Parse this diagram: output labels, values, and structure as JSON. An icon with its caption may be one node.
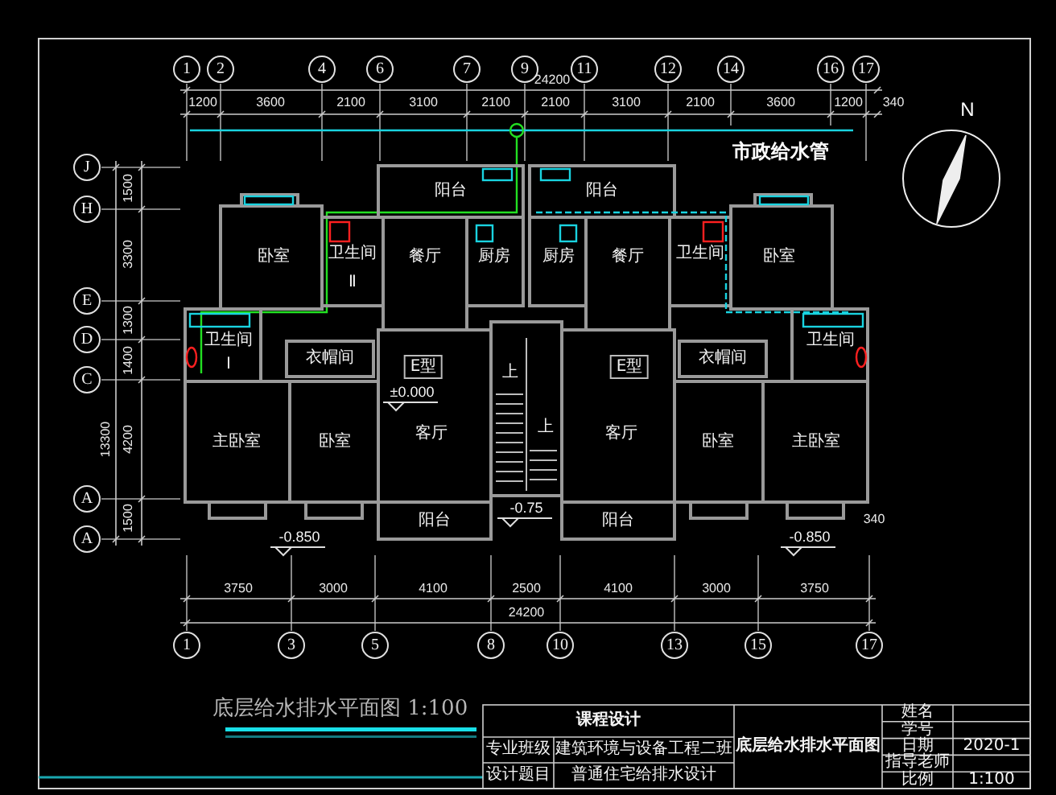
{
  "diagram": {
    "title": "底层给水排水平面图 1:100",
    "nodes": [
      {
        "text": [
          "1"
        ]
      },
      {
        "text": [
          "2"
        ]
      },
      {
        "text": [
          "4"
        ]
      },
      {
        "text": [
          "6"
        ]
      },
      {
        "text": [
          "7"
        ]
      },
      {
        "text": [
          "9"
        ]
      },
      {
        "text": [
          "11"
        ]
      },
      {
        "text": [
          "12"
        ]
      },
      {
        "text": [
          "14"
        ]
      },
      {
        "text": [
          "16"
        ]
      },
      {
        "text": [
          "17"
        ]
      },
      {
        "text": [
          "J"
        ]
      },
      {
        "text": [
          "H"
        ]
      },
      {
        "text": [
          "E"
        ]
      },
      {
        "text": [
          "D"
        ]
      },
      {
        "text": [
          "C"
        ]
      },
      {
        "text": [
          "A"
        ]
      },
      {
        "text": [
          "A"
        ]
      },
      {
        "text": [
          "E型"
        ]
      },
      {
        "text": [
          "E型"
        ]
      },
      {
        "text": [
          "1"
        ]
      },
      {
        "text": [
          "3"
        ]
      },
      {
        "text": [
          "5"
        ]
      },
      {
        "text": [
          "8"
        ]
      },
      {
        "text": [
          "10"
        ]
      },
      {
        "text": [
          "13"
        ]
      },
      {
        "text": [
          "15"
        ]
      },
      {
        "text": [
          "17"
        ]
      }
    ],
    "edges": [],
    "labels": [
      "24200",
      "1200",
      "3600",
      "2100",
      "3100",
      "2100",
      "2100",
      "3100",
      "2100",
      "3600",
      "1200",
      "340",
      "市政给水管",
      "N",
      "阳台",
      "阳台",
      "卧室",
      "卫生间",
      "餐厅",
      "厨房",
      "厨房",
      "餐厅",
      "卫生间",
      "卧室",
      "Ⅱ",
      "卫生间",
      "衣帽间",
      "衣帽间",
      "卫生间",
      "Ⅰ",
      "上",
      "±0.000",
      "客厅",
      "上",
      "客厅",
      "主卧室",
      "卧室",
      "卧室",
      "主卧室",
      "-0.75",
      "阳台",
      "阳台",
      "340",
      "-0.850",
      "-0.850",
      "1500",
      "3300",
      "1300",
      "1400",
      "4200",
      "1500",
      "13300",
      "3750",
      "3000",
      "4100",
      "2500",
      "4100",
      "3000",
      "3750",
      "24200",
      "课程设计",
      "专业班级",
      "建筑环境与设备工程二班",
      "设计题目",
      "普通住宅给排水设计",
      "底层给水排水平面图",
      "姓名",
      "学号",
      "日期",
      "2020-1",
      "指导老师",
      "比例",
      "1:100"
    ]
  }
}
